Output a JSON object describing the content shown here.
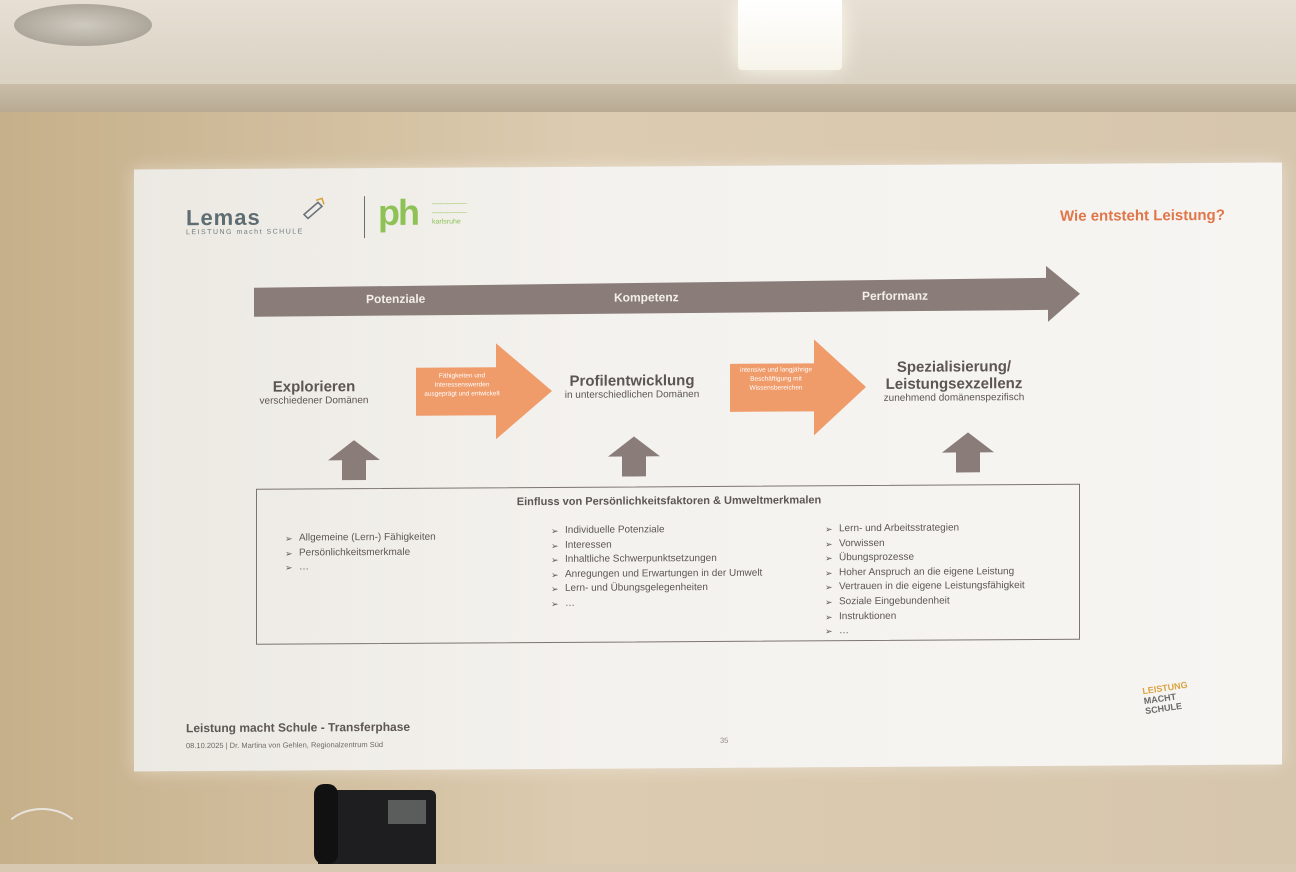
{
  "slide": {
    "logo_lemas_word": "Lemas",
    "logo_lemas_sub": "LEISTUNG macht SCHULE",
    "logo_ph_word": "ph",
    "logo_ph_city": "karlsruhe",
    "title": "Wie entsteht Leistung?",
    "stages": [
      "Potenziale",
      "Kompetenz",
      "Performanz"
    ],
    "phases": [
      {
        "title": "Explorieren",
        "subtitle": "verschiedener Domänen"
      },
      {
        "title": "Profilentwicklung",
        "subtitle": "in unterschiedlichen Domänen"
      },
      {
        "title": "Spezialisierung/ Leistungsexzellenz",
        "subtitle": "zunehmend domänenspezifisch"
      }
    ],
    "transition_1": "Fähigkeiten und Interessenswerden ausgeprägt und entwickelt",
    "transition_2": "intensive und langjährige Beschäftigung mit Wissensbereichen",
    "influence": {
      "title": "Einfluss von Persönlichkeitsfaktoren & Umweltmerkmalen",
      "col1": [
        "Allgemeine (Lern-) Fähigkeiten",
        "Persönlichkeitsmerkmale",
        "…"
      ],
      "col2": [
        "Individuelle Potenziale",
        "Interessen",
        "Inhaltliche Schwerpunktsetzungen",
        "Anregungen und Erwartungen in der Umwelt",
        "Lern- und Übungsgelegenheiten",
        "…"
      ],
      "col3": [
        "Lern- und Arbeitsstrategien",
        "Vorwissen",
        "Übungsprozesse",
        "Hoher Anspruch an die eigene Leistung",
        "Vertrauen in die eigene Leistungsfähigkeit",
        "Soziale Eingebundenheit",
        "Instruktionen",
        "…"
      ]
    },
    "footer_title": "Leistung macht Schule - Transferphase",
    "footer_sub": "08.10.2025 | Dr. Martina von Gehlen, Regionalzentrum Süd",
    "page_number": "35",
    "footer_logo": [
      "LEISTUNG",
      "MACHT",
      "SCHULE"
    ]
  },
  "colors": {
    "orange": "#ef9b6a",
    "gray_arrow": "#8a7c79",
    "title_orange": "#e0764a",
    "ph_green": "#8ec256"
  }
}
